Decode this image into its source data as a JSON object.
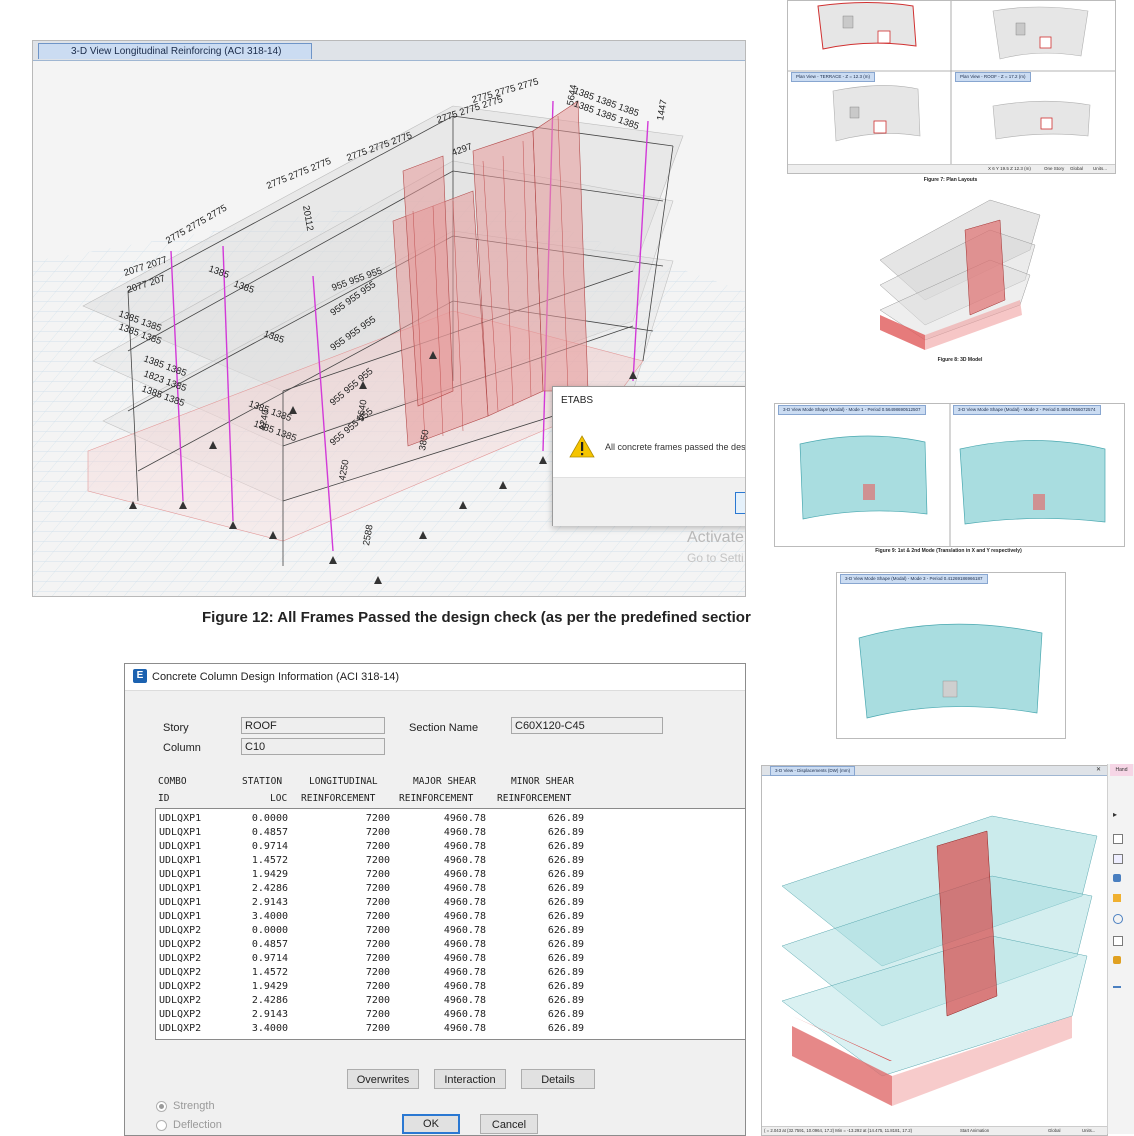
{
  "main_view": {
    "tab_title": "3-D View  Longitudinal Reinforcing  (ACI 318-14)",
    "labels": {
      "top_row": [
        "2775 2775 2775",
        "2775 2775 2775",
        "2775 2775 2775",
        "2775 2775 2775",
        "2775 2775 2775"
      ],
      "right_top": [
        "1385 1385 1385",
        "1385 1385 1385"
      ],
      "left": [
        "2077 2077",
        "2077 207",
        "1385 1385",
        "1385 1385",
        "1385 1385",
        "1823 1385",
        "1385 1385"
      ],
      "mid": [
        "955 955 955",
        "955 955 955",
        "955 955 955",
        "955 955 955",
        "955 955 955"
      ],
      "left_mid": [
        "1385",
        "1385",
        "1385",
        "1385 1385",
        "1385 1385"
      ],
      "vertical": [
        "20112",
        "4297",
        "5644",
        "1447",
        "4250",
        "3850",
        "2588",
        "5640",
        "4240"
      ]
    },
    "activate_line1": "Activate",
    "activate_line2": "Go to Setti"
  },
  "etabs_dialog": {
    "title": "ETABS",
    "message": "All concrete frames passed the desi"
  },
  "fig12_caption": "Figure 12: All Frames Passed the design check (as per the predefined sectior",
  "design_dialog": {
    "app_icon": "E",
    "title": "Concrete Column Design Information (ACI 318-14)",
    "story_label": "Story",
    "story_value": "ROOF",
    "column_label": "Column",
    "column_value": "C10",
    "section_label": "Section Name",
    "section_value": "C60X120-C45",
    "headers_row1": [
      "COMBO",
      "STATION",
      "LONGITUDINAL",
      "MAJOR SHEAR",
      "MINOR SHEAR"
    ],
    "headers_row2": [
      "ID",
      "LOC",
      "REINFORCEMENT",
      "REINFORCEMENT",
      "REINFORCEMENT"
    ],
    "rows": [
      [
        "UDLQXP1",
        "0.0000",
        "7200",
        "4960.78",
        "626.89"
      ],
      [
        "UDLQXP1",
        "0.4857",
        "7200",
        "4960.78",
        "626.89"
      ],
      [
        "UDLQXP1",
        "0.9714",
        "7200",
        "4960.78",
        "626.89"
      ],
      [
        "UDLQXP1",
        "1.4572",
        "7200",
        "4960.78",
        "626.89"
      ],
      [
        "UDLQXP1",
        "1.9429",
        "7200",
        "4960.78",
        "626.89"
      ],
      [
        "UDLQXP1",
        "2.4286",
        "7200",
        "4960.78",
        "626.89"
      ],
      [
        "UDLQXP1",
        "2.9143",
        "7200",
        "4960.78",
        "626.89"
      ],
      [
        "UDLQXP1",
        "3.4000",
        "7200",
        "4960.78",
        "626.89"
      ],
      [
        "UDLQXP2",
        "0.0000",
        "7200",
        "4960.78",
        "626.89"
      ],
      [
        "UDLQXP2",
        "0.4857",
        "7200",
        "4960.78",
        "626.89"
      ],
      [
        "UDLQXP2",
        "0.9714",
        "7200",
        "4960.78",
        "626.89"
      ],
      [
        "UDLQXP2",
        "1.4572",
        "7200",
        "4960.78",
        "626.89"
      ],
      [
        "UDLQXP2",
        "1.9429",
        "7200",
        "4960.78",
        "626.89"
      ],
      [
        "UDLQXP2",
        "2.4286",
        "7200",
        "4960.78",
        "626.89"
      ],
      [
        "UDLQXP2",
        "2.9143",
        "7200",
        "4960.78",
        "626.89"
      ],
      [
        "UDLQXP2",
        "3.4000",
        "7200",
        "4960.78",
        "626.89"
      ]
    ],
    "buttons": {
      "overwrites": "Overwrites",
      "interaction": "Interaction",
      "details": "Details",
      "ok": "OK",
      "cancel": "Cancel"
    },
    "radio_strength": "Strength",
    "radio_deflection": "Deflection"
  },
  "right_panel": {
    "plan_tab_left": "Plan View - TERRACE - Z = 12.3 (m)",
    "plan_tab_right": "Plan View - ROOF - Z = 17.2 (m)",
    "plan_status_coord": "X 6  Y 19.5  Z 12.3 (m)",
    "plan_status_story": "One Story",
    "plan_status_global": "Global",
    "plan_status_units": "Units...",
    "fig7_caption": "Figure 7: Plan Layouts",
    "fig8_caption": "Figure 8: 3D Model",
    "mode1_tab": "3-D View  Mode Shape (Modal) - Mode 1 - Period 0.56498690512507",
    "mode2_tab": "3-D View  Mode Shape (Modal) - Mode 2 - Period 0.48647866072574",
    "fig9_caption": "Figure 9: 1st & 2nd Mode (Translation in X and Y respectively)",
    "mode3_tab": "3-D View  Mode Shape (Modal) - Mode 3 - Period 0.41269186966187",
    "disp_tab": "3-D View  - Displacements (DW)  (mm)",
    "disp_status": "( = 2.043 at (32.7591, 10.0964, 17.2)  Min = -13.292 at (14.475, 11.8181, 17.2)",
    "disp_start": "Start Animation",
    "disp_global": "Global",
    "disp_units": "Units...",
    "side_tab": "Hand"
  }
}
